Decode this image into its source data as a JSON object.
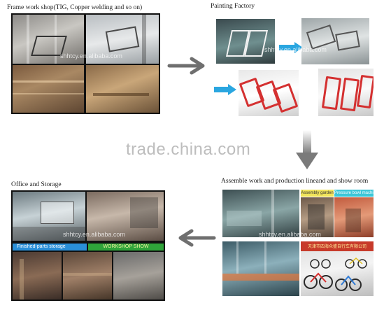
{
  "sections": {
    "frame": {
      "caption": "Frame work shop(TIG, Copper welding and so on)"
    },
    "painting": {
      "caption": "Painting Factory"
    },
    "office": {
      "caption": "Office and Storage"
    },
    "assemble": {
      "caption": "Assemble work and production lineand and show room"
    }
  },
  "labels": {
    "finished_parts": "Finished-parts storage",
    "workshop": "WORKSHOP SHOW",
    "assembly_garden": "Assembly garden",
    "pressure_bowl": "Pressure bowl machine",
    "sign_text": "天津市四海众盛自行车有限公司"
  },
  "watermarks": {
    "photo": "shhtcy.en.alibaba.com",
    "page": "trade.china.com"
  },
  "colors": {
    "arrow_grey": "#6f6f6f",
    "arrow_blue": "#2aa6e0",
    "finished_bar": "#2a8fd8",
    "workshop_bar": "#2fa43a",
    "assembly_tag": "#f0e35a",
    "pressure_tag": "#3cc7d8"
  }
}
